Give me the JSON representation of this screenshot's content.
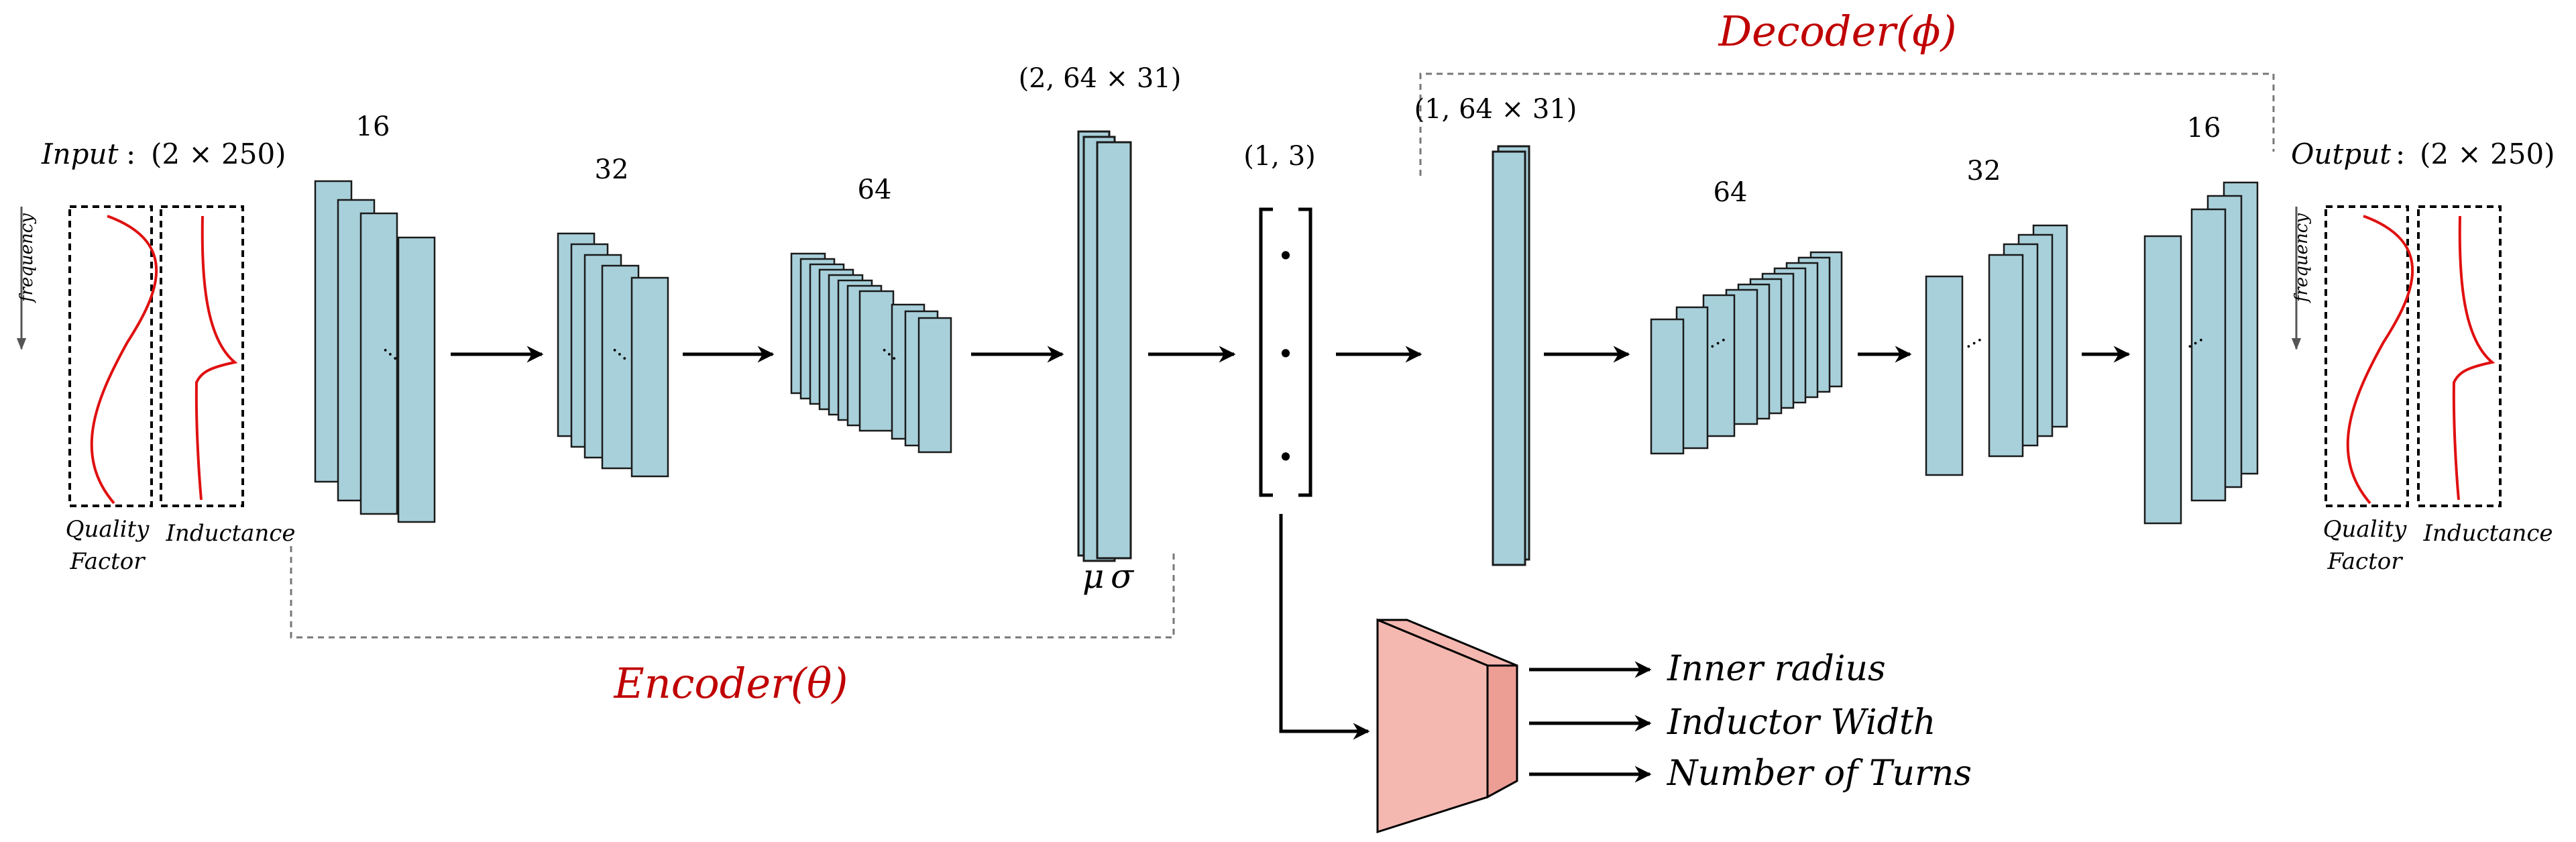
{
  "input": {
    "label": "Input",
    "shape": "(2 × 250)",
    "axis_label": "frequency",
    "signals": [
      "Quality",
      "Factor",
      "Inductance"
    ]
  },
  "output": {
    "label": "Output",
    "shape": "(2 × 250)",
    "axis_label": "frequency",
    "signals": [
      "Quality",
      "Factor",
      "Inductance"
    ]
  },
  "encoder": {
    "title": "Encoder(θ)",
    "channels": [
      "16",
      "32",
      "64"
    ],
    "latent_shape": "(2, 64 × 31)",
    "mu": "μ",
    "sigma": "σ",
    "dots": "...",
    "style": {
      "color": "#c00000"
    }
  },
  "latent": {
    "shape": "(1, 3)",
    "dots": [
      "•",
      "•",
      "•"
    ]
  },
  "decoder": {
    "title": "Decoder(ϕ)",
    "input_shape": "(1, 64 × 31)",
    "channels": [
      "64",
      "32",
      "16"
    ],
    "dots": "...",
    "style": {
      "color": "#c00000"
    }
  },
  "regressor": {
    "outputs": [
      "Inner radius",
      "Inductor Width",
      "Number of Turns"
    ],
    "style": {
      "fill": "#f4b8b0"
    }
  },
  "colors": {
    "layer_fill": "#a8d0da",
    "signal_curve": "#e01010"
  }
}
